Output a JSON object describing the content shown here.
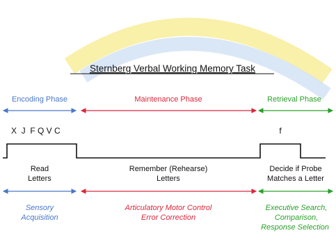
{
  "title": "Sternberg Verbal Working Memory Task",
  "colors": {
    "encoding": "#4a78c8",
    "maintenance": "#d8283c",
    "retrieval": "#2aa02a",
    "signal": "#111111",
    "arc_yellow": "#f7e98a",
    "arc_blue": "#c9dcf3"
  },
  "phases": {
    "encoding": {
      "label": "Encoding Phase",
      "stimulus": "X  J  F Q V C",
      "process": [
        "Read",
        "Letters"
      ],
      "component": [
        "Sensory",
        "Acquisition"
      ]
    },
    "maintenance": {
      "label": "Maintenance Phase",
      "process": [
        "Remember (Rehearse)",
        "Letters"
      ],
      "component": [
        "Articulatory Motor Control",
        "Error Correction"
      ]
    },
    "retrieval": {
      "label": "Retrieval Phase",
      "stimulus": "f",
      "process": [
        "Decide if Probe",
        "Matches a Letter"
      ],
      "component": [
        "Executive Search,",
        "Comparison,",
        "Response Selection"
      ]
    }
  }
}
